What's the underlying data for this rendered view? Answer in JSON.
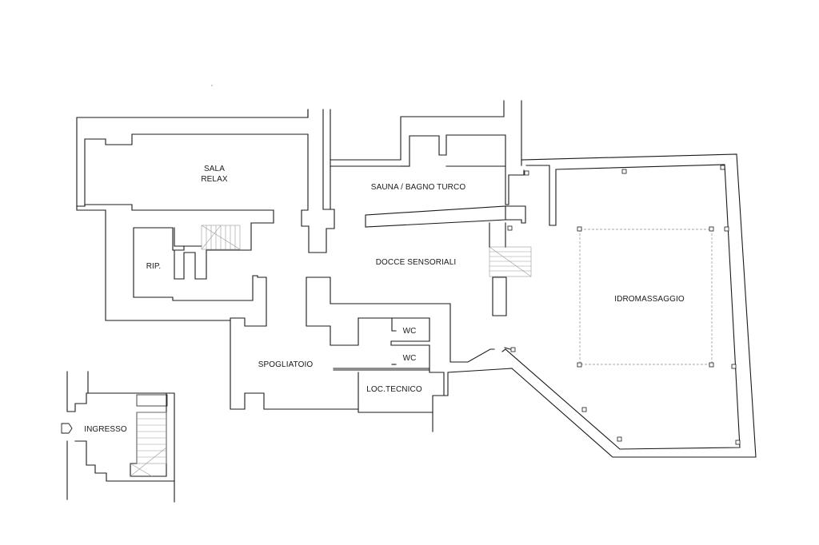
{
  "rooms": {
    "sala_relax_line1": "SALA",
    "sala_relax_line2": "RELAX",
    "sauna": "SAUNA / BAGNO TURCO",
    "ripostiglio": "RIP.",
    "docce": "DOCCE SENSORIALI",
    "idromassaggio": "IDROMASSAGGIO",
    "wc_upper": "WC",
    "wc_lower": "WC",
    "spogliatoio": "SPOGLIATOIO",
    "loc_tecnico": "LOC.TECNICO",
    "ingresso": "INGRESSO"
  },
  "icons": {
    "entrance": "entrance-arrow-icon"
  }
}
